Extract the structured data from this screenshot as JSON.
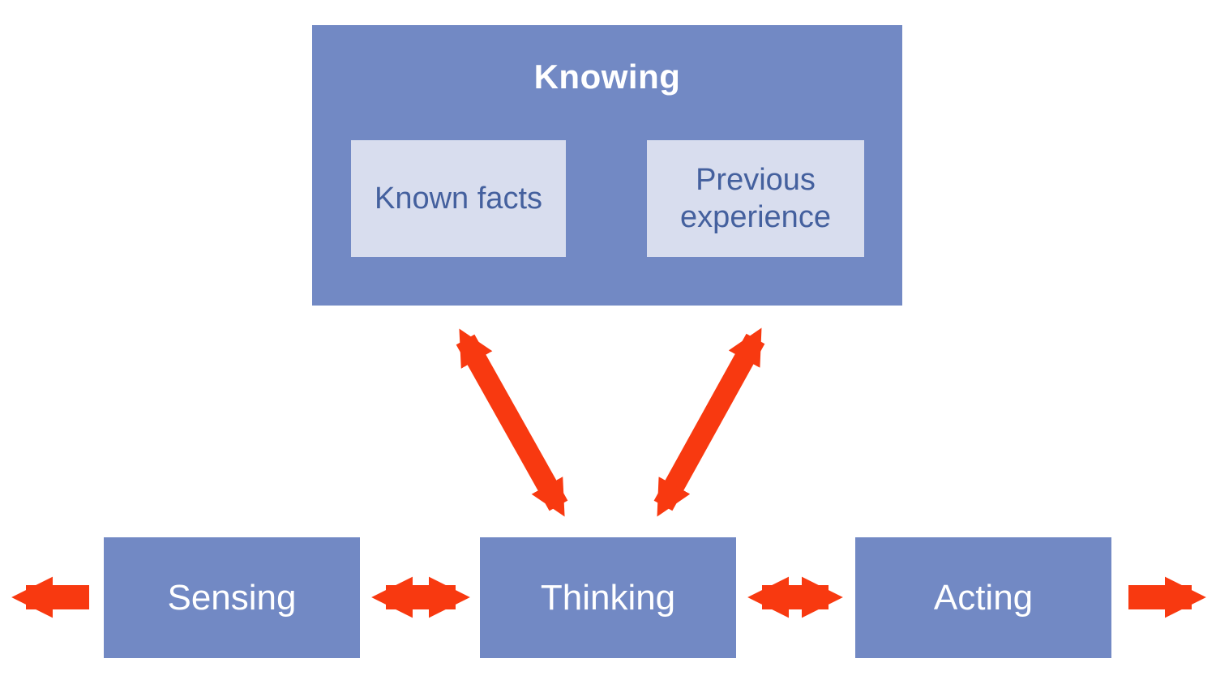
{
  "knowing": {
    "label": "Knowing",
    "children": [
      {
        "label": "Known facts"
      },
      {
        "label": "Previous experience"
      }
    ]
  },
  "bottom_row": [
    {
      "label": "Sensing"
    },
    {
      "label": "Thinking"
    },
    {
      "label": "Acting"
    }
  ],
  "arrows": [
    {
      "name": "arrow-sensing-external-left",
      "type": "single",
      "direction": "left",
      "from": "Sensing",
      "to": "outside-left"
    },
    {
      "name": "arrow-sensing-thinking",
      "type": "double",
      "from": "Sensing",
      "to": "Thinking"
    },
    {
      "name": "arrow-thinking-acting",
      "type": "double",
      "from": "Thinking",
      "to": "Acting"
    },
    {
      "name": "arrow-acting-external-right",
      "type": "single",
      "direction": "right",
      "from": "Acting",
      "to": "outside-right"
    },
    {
      "name": "arrow-thinking-known-facts",
      "type": "double",
      "from": "Thinking",
      "to": "Known facts"
    },
    {
      "name": "arrow-thinking-previous-experience",
      "type": "double",
      "from": "Thinking",
      "to": "Previous experience"
    }
  ],
  "colors": {
    "box_blue": "#7289C4",
    "box_light": "#D8DDEE",
    "text_dark_blue": "#44609E",
    "text_white": "#FFFFFF",
    "arrow_red": "#F83910",
    "background": "#FFFFFF"
  }
}
